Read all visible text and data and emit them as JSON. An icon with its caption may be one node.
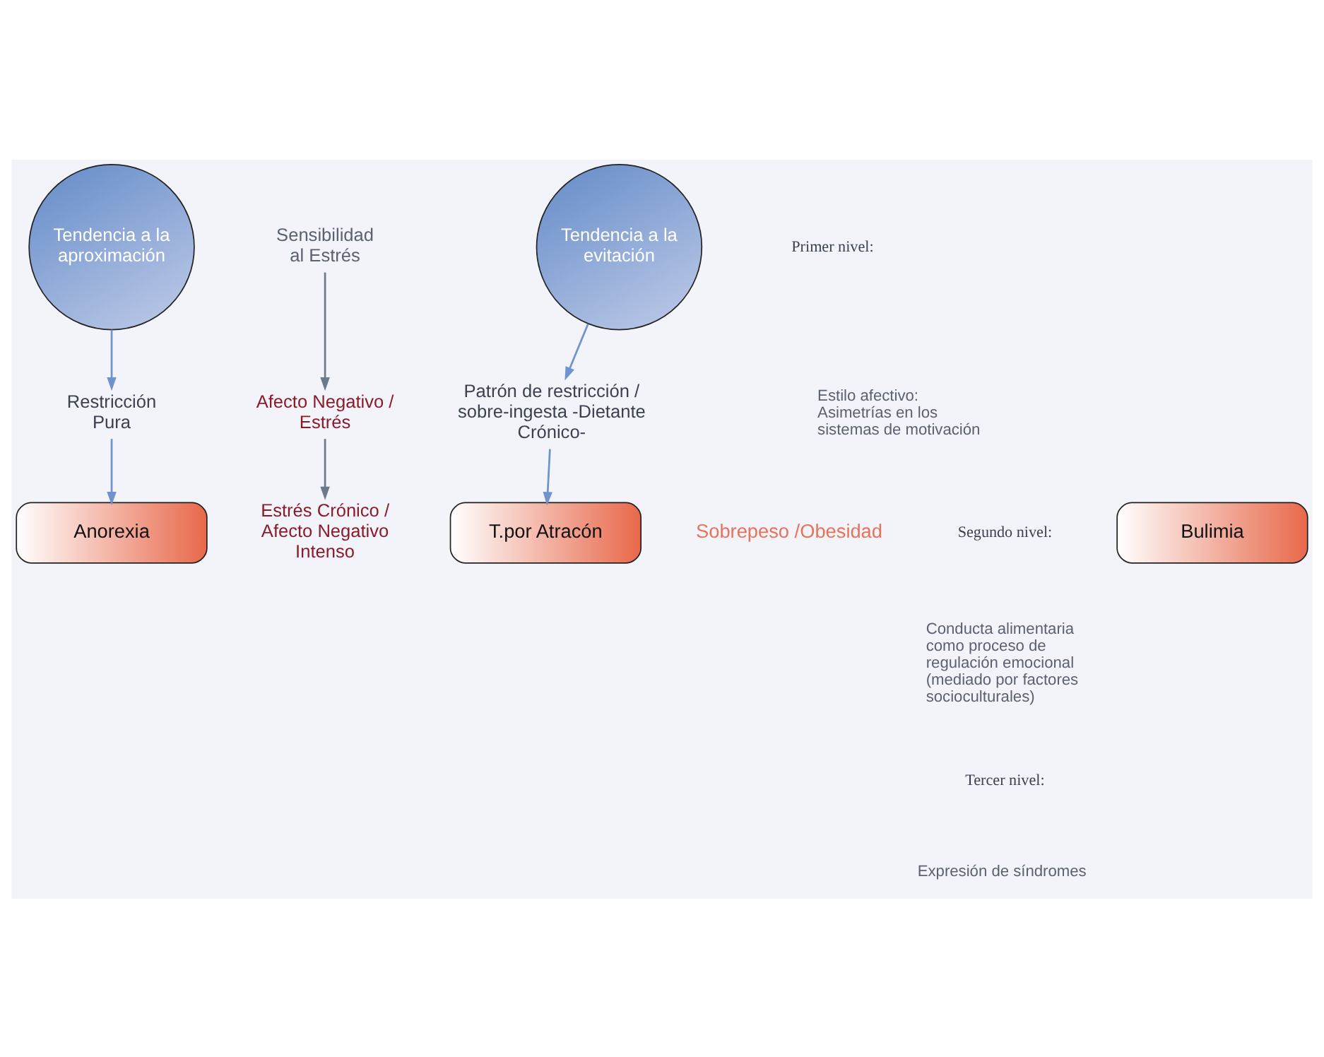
{
  "diagram": {
    "nodes": [
      {
        "text": [
          "Tendencia a la aproximación"
        ]
      },
      {
        "text": [
          "Sensibilidad al Estrés"
        ]
      },
      {
        "text": [
          "Tendencia a la evitación"
        ]
      },
      {
        "text": [
          "Afecto Negativo / Estrés"
        ]
      },
      {
        "text": [
          "Restricción Pura"
        ]
      },
      {
        "text": [
          "Patrón de restricción / sobre-ingesta -Dietante Crónico-"
        ]
      },
      {
        "text": [
          "Estrés Crónico / Afecto Negativo Intenso"
        ]
      },
      {
        "text": [
          "Anorexia"
        ]
      },
      {
        "text": [
          "Bulimia"
        ]
      },
      {
        "text": [
          "T.por Atracón"
        ]
      }
    ],
    "edges": [
      {
        "from": 0,
        "to": 4,
        "arrow": "to"
      },
      {
        "from": 1,
        "to": 3,
        "arrow": "to",
        "color": "#6b7b8c"
      },
      {
        "from": 2,
        "to": 5,
        "arrow": "to"
      },
      {
        "from": 3,
        "to": 6,
        "arrow": "to",
        "color": "#6b7b8c"
      },
      {
        "from": 4,
        "to": 7,
        "arrow": "to"
      },
      {
        "from": 5,
        "to": 9,
        "arrow": "to"
      }
    ],
    "labels": [
      "Primer nivel:",
      "Estilo afectivo: Asimetrías en los sistemas de motivación",
      "Segundo nivel:",
      "Conducta alimentaria como proceso de regulación emocional (mediado por factores socioculturales)",
      "Tercer nivel:",
      "Expresión de síndromes",
      "Sobrepeso /Obesidad"
    ]
  }
}
